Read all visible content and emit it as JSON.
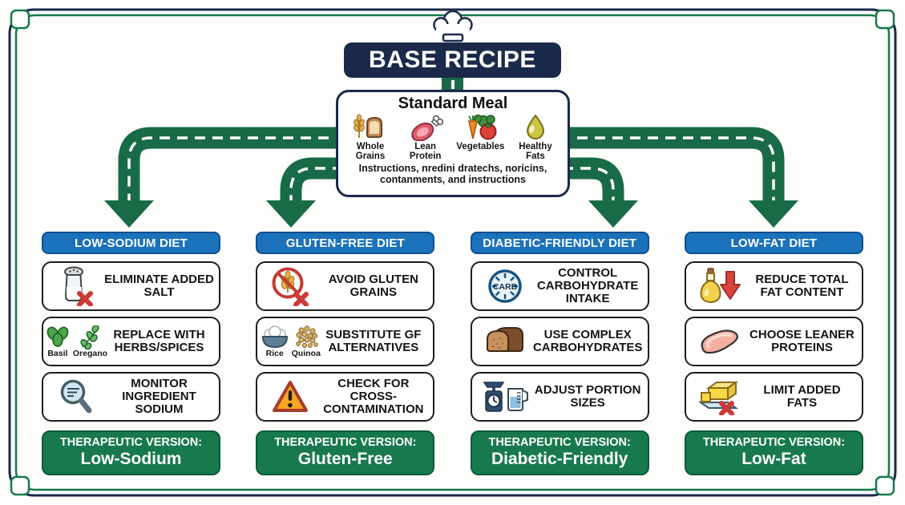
{
  "header": {
    "title": "BASE RECIPE"
  },
  "standard_meal": {
    "title": "Standard Meal",
    "items": [
      {
        "icon": "whole-grains-icon",
        "label": "Whole Grains"
      },
      {
        "icon": "lean-protein-icon",
        "label": "Lean Protein"
      },
      {
        "icon": "vegetables-icon",
        "label": "Vegetables"
      },
      {
        "icon": "healthy-fats-icon",
        "label": "Healthy Fats"
      }
    ],
    "description": "Instructions, nredini dratechs, noricins, contanments, and instructions"
  },
  "columns": [
    {
      "header": "LOW-SODIUM DIET",
      "cards": [
        {
          "icon": "salt-shaker-crossed-icon",
          "label": "ELIMINATE ADDED SALT"
        },
        {
          "icon": "basil-leaf-icon / oregano-sprig-icon",
          "label": "REPLACE WITH HERBS/SPICES",
          "sublabels": [
            "Basil",
            "Oregano"
          ]
        },
        {
          "icon": "magnifier-icon",
          "label": "MONITOR INGREDIENT SODIUM"
        }
      ],
      "footer": {
        "prefix": "THERAPEUTIC VERSION:",
        "name": "Low-Sodium"
      }
    },
    {
      "header": "GLUTEN-FREE DIET",
      "cards": [
        {
          "icon": "no-gluten-wheat-icon",
          "label": "AVOID GLUTEN GRAINS"
        },
        {
          "icon": "rice-bowl-icon / quinoa-grains-icon",
          "label": "SUBSTITUTE GF ALTERNATIVES",
          "sublabels": [
            "Rice",
            "Quinoa"
          ]
        },
        {
          "icon": "warning-triangle-icon",
          "label": "CHECK FOR CROSS-CONTAMINATION"
        }
      ],
      "footer": {
        "prefix": "THERAPEUTIC VERSION:",
        "name": "Gluten-Free"
      }
    },
    {
      "header": "DIABETIC-FRIENDLY DIET",
      "cards": [
        {
          "icon": "carb-gauge-icon",
          "label": "CONTROL CARBOHYDRATE INTAKE",
          "icon_text": "CARB"
        },
        {
          "icon": "bread-loaf-icon",
          "label": "USE COMPLEX CARBOHYDRATES"
        },
        {
          "icon": "kitchen-scale-icon / measuring-cup-icon",
          "label": "ADJUST PORTION SIZES"
        }
      ],
      "footer": {
        "prefix": "THERAPEUTIC VERSION:",
        "name": "Diabetic-Friendly"
      }
    },
    {
      "header": "LOW-FAT DIET",
      "cards": [
        {
          "icon": "oil-bottle-down-arrow-icon",
          "label": "REDUCE TOTAL FAT CONTENT"
        },
        {
          "icon": "chicken-breast-icon",
          "label": "CHOOSE LEANER PROTEINS"
        },
        {
          "icon": "butter-crossed-icon",
          "label": "LIMIT ADDED FATS"
        }
      ],
      "footer": {
        "prefix": "THERAPEUTIC VERSION:",
        "name": "Low-Fat"
      }
    }
  ],
  "colors": {
    "navy": "#1b2a4a",
    "header_blue": "#1c72ba",
    "arrow_green": "#186b46",
    "footer_green": "#18794e",
    "alert_red": "#c43c31"
  }
}
